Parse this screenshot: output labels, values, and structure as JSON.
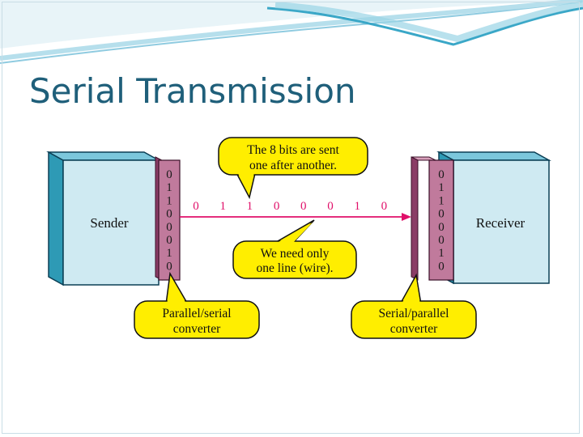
{
  "slide": {
    "title": "Serial Transmission"
  },
  "diagram": {
    "sender_label": "Sender",
    "receiver_label": "Receiver",
    "sender_bits": [
      "0",
      "1",
      "1",
      "0",
      "0",
      "0",
      "1",
      "0"
    ],
    "receiver_bits": [
      "0",
      "1",
      "1",
      "0",
      "0",
      "0",
      "1",
      "0"
    ],
    "line_bits": [
      "0",
      "1",
      "1",
      "0",
      "0",
      "0",
      "1",
      "0"
    ],
    "callout_top": [
      "The 8 bits are sent",
      "one after another."
    ],
    "callout_middle": [
      "We need only",
      "one line (wire)."
    ],
    "callout_left": [
      "Parallel/serial",
      "converter"
    ],
    "callout_right": [
      "Serial/parallel",
      "converter"
    ]
  },
  "colors": {
    "title": "#1f5f7a",
    "box_face": "#cfeaf2",
    "box_side": "#2e9ab5",
    "converter": "#c07a9c",
    "line": "#e0106a",
    "callout": "#ffee00"
  }
}
